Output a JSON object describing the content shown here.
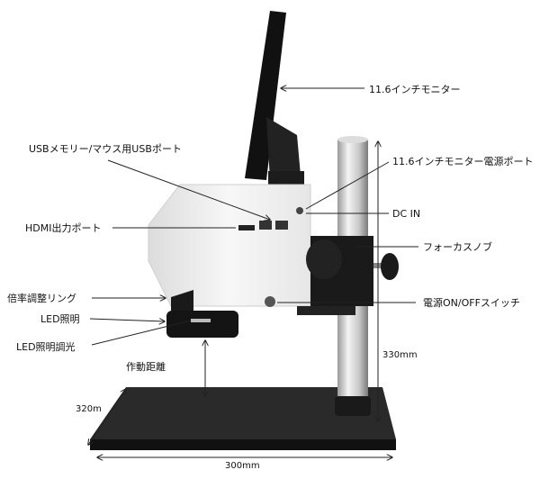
{
  "labels": {
    "monitor": "11.6インチモニター",
    "usb_port": "USBメモリー/マウス用USBポート",
    "monitor_power_port": "11.6インチモニター電源ポート",
    "dc_in": "DC IN",
    "hdmi_port": "HDMI出力ポート",
    "focus_knob": "フォーカスノブ",
    "zoom_ring": "倍率調整リング",
    "power_switch": "電源ON/OFFスイッチ",
    "led_light": "LED照明",
    "led_dimmer": "LED照明調光",
    "working_distance": "作動距離"
  },
  "dimensions": {
    "height": "330mm",
    "depth": "320m",
    "width": "300mm"
  }
}
